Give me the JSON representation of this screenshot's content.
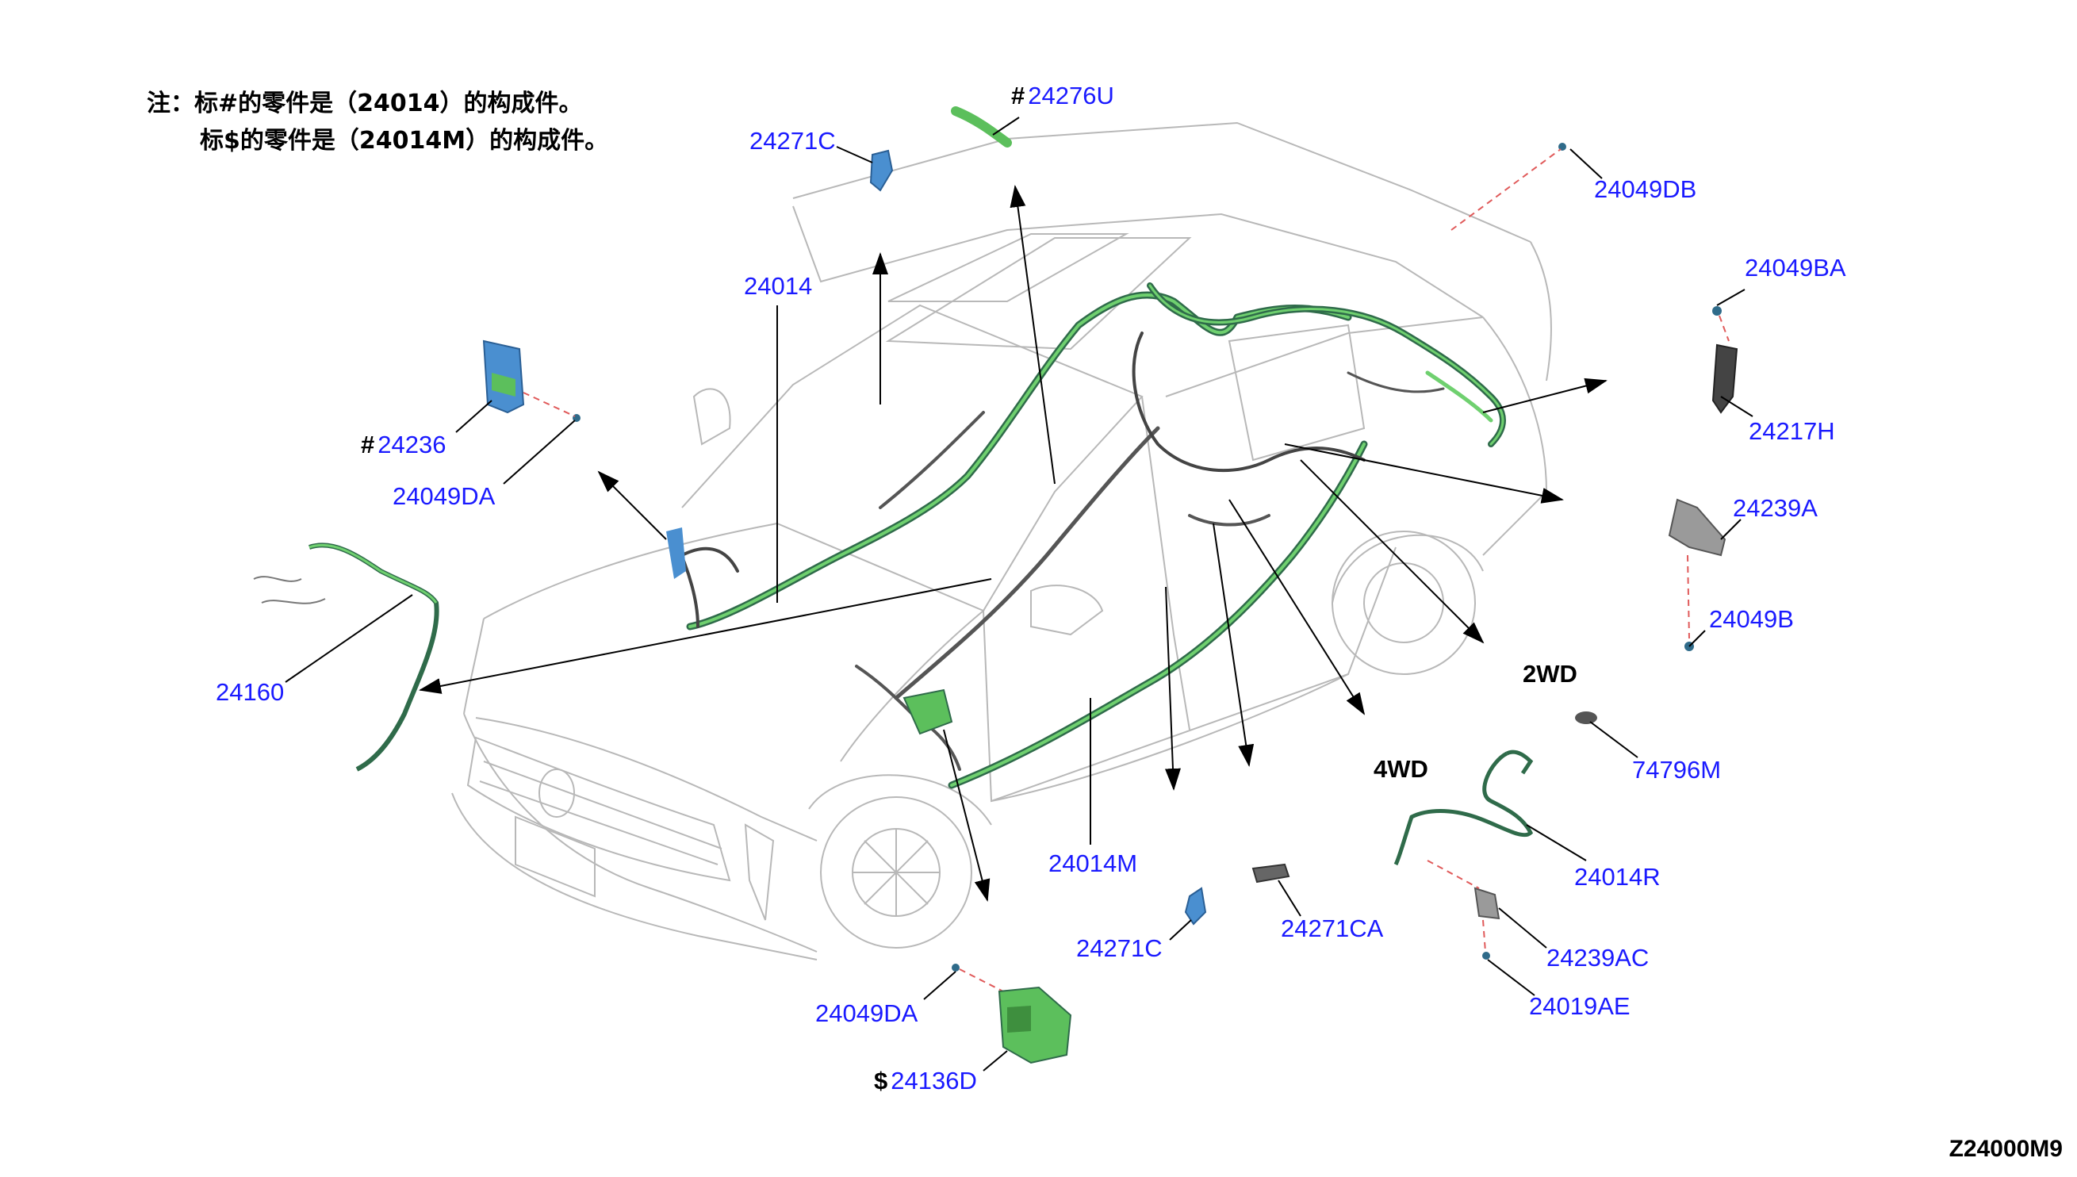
{
  "notes": {
    "line1": "注：标#的零件是（24014）的构成件。",
    "line2": "标$的零件是（24014M）的构成件。"
  },
  "variants": {
    "two_wd": "2WD",
    "four_wd": "4WD"
  },
  "diagram_code": "Z24000M9",
  "parts": {
    "p24276U": {
      "mark": "#",
      "number": "24276U"
    },
    "p24271C_top": {
      "number": "24271C"
    },
    "p24014": {
      "number": "24014"
    },
    "p24049DB": {
      "number": "24049DB"
    },
    "p24049BA": {
      "number": "24049BA"
    },
    "p24217H": {
      "number": "24217H"
    },
    "p24236": {
      "mark": "#",
      "number": "24236"
    },
    "p24049DA_left": {
      "number": "24049DA"
    },
    "p24239A": {
      "number": "24239A"
    },
    "p24049B": {
      "number": "24049B"
    },
    "p24160": {
      "number": "24160"
    },
    "p74796M": {
      "number": "74796M"
    },
    "p24014M": {
      "number": "24014M"
    },
    "p24014R": {
      "number": "24014R"
    },
    "p24271CA": {
      "number": "24271CA"
    },
    "p24271C_bottom": {
      "number": "24271C"
    },
    "p24239AC": {
      "number": "24239AC"
    },
    "p24019AE": {
      "number": "24019AE"
    },
    "p24049DA_bottom": {
      "number": "24049DA"
    },
    "p24136D": {
      "mark": "$",
      "number": "24136D"
    }
  },
  "colors": {
    "label": "#1a1aff",
    "harness_green": "#5cbf5c",
    "harness_dark": "#2f6b4a",
    "module_blue": "#4a8fd0",
    "outline": "#b8b8b8",
    "dashed": "#e05a5a"
  }
}
